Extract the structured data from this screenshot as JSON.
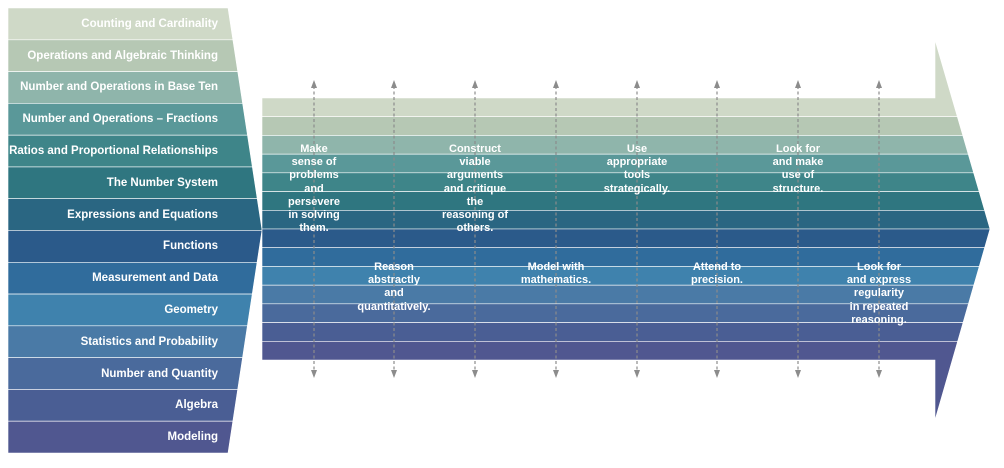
{
  "domains": [
    {
      "label": "Counting and Cardinality",
      "color": "#cfd9c7"
    },
    {
      "label": "Operations and Algebraic Thinking",
      "color": "#b6c8b4"
    },
    {
      "label": "Number and Operations in Base Ten",
      "color": "#8fb5ab"
    },
    {
      "label": "Number and Operations – Fractions",
      "color": "#5a9899"
    },
    {
      "label": "Ratios and Proportional Relationships",
      "color": "#3e8589"
    },
    {
      "label": "The Number System",
      "color": "#2f7680"
    },
    {
      "label": "Expressions and Equations",
      "color": "#2a6682"
    },
    {
      "label": "Functions",
      "color": "#2b5a8a"
    },
    {
      "label": "Measurement and Data",
      "color": "#306c9c"
    },
    {
      "label": "Geometry",
      "color": "#3f82ad"
    },
    {
      "label": "Statistics and Probability",
      "color": "#4a7aa6"
    },
    {
      "label": "Number and Quantity",
      "color": "#4a6a9c"
    },
    {
      "label": "Algebra",
      "color": "#4a5e94"
    },
    {
      "label": "Modeling",
      "color": "#505790"
    }
  ],
  "practices": [
    {
      "label": "Make\nsense of\nproblems\nand\npersevere\nin solving\nthem.",
      "row": "top"
    },
    {
      "label": "Reason\nabstractly\nand\nquantitatively.",
      "row": "bottom"
    },
    {
      "label": "Construct\nviable\narguments\nand critique\nthe\nreasoning of\nothers.",
      "row": "top"
    },
    {
      "label": "Model with\nmathematics.",
      "row": "bottom"
    },
    {
      "label": "Use\nappropriate\ntools\nstrategically.",
      "row": "top"
    },
    {
      "label": "Attend to\nprecision.",
      "row": "bottom"
    },
    {
      "label": "Look for\nand make\nuse of\nstructure.",
      "row": "top"
    },
    {
      "label": "Look for\nand express\nregularity\nin repeated\nreasoning.",
      "row": "bottom"
    }
  ],
  "colors": {
    "arrow_line": "#8c8c8c",
    "label_text": "#ffffff"
  }
}
